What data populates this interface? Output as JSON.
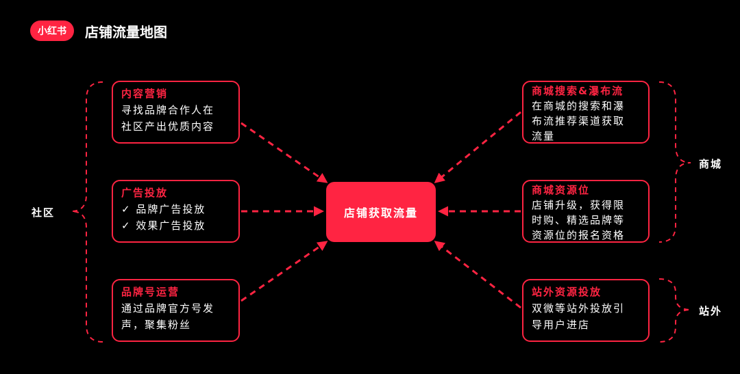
{
  "header": {
    "logo": "小红书",
    "title": "店铺流量地图"
  },
  "center": {
    "label": "店铺获取流量"
  },
  "groups": {
    "left": "社区",
    "right_top": "商城",
    "right_bottom": "站外"
  },
  "left_boxes": [
    {
      "head": "内容营销",
      "lines": [
        "寻找品牌合作人在",
        "社区产出优质内容"
      ]
    },
    {
      "head": "广告投放",
      "lines": [
        "✓ 品牌广告投放",
        "✓ 效果广告投放"
      ]
    },
    {
      "head": "品牌号运营",
      "lines": [
        "通过品牌官方号发",
        "声，聚集粉丝"
      ]
    }
  ],
  "right_boxes": [
    {
      "head": "商城搜索&瀑布流",
      "lines": [
        "在商城的搜索和瀑",
        "布流推荐渠道获取",
        "流量"
      ]
    },
    {
      "head": "商城资源位",
      "lines": [
        "店铺升级，获得限",
        "时购、精选品牌等",
        "资源位的报名资格"
      ]
    },
    {
      "head": "站外资源投放",
      "lines": [
        "双微等站外投放引",
        "导用户进店"
      ]
    }
  ],
  "colors": {
    "accent": "#ff2442",
    "background": "#000000",
    "text": "#ffffff"
  }
}
